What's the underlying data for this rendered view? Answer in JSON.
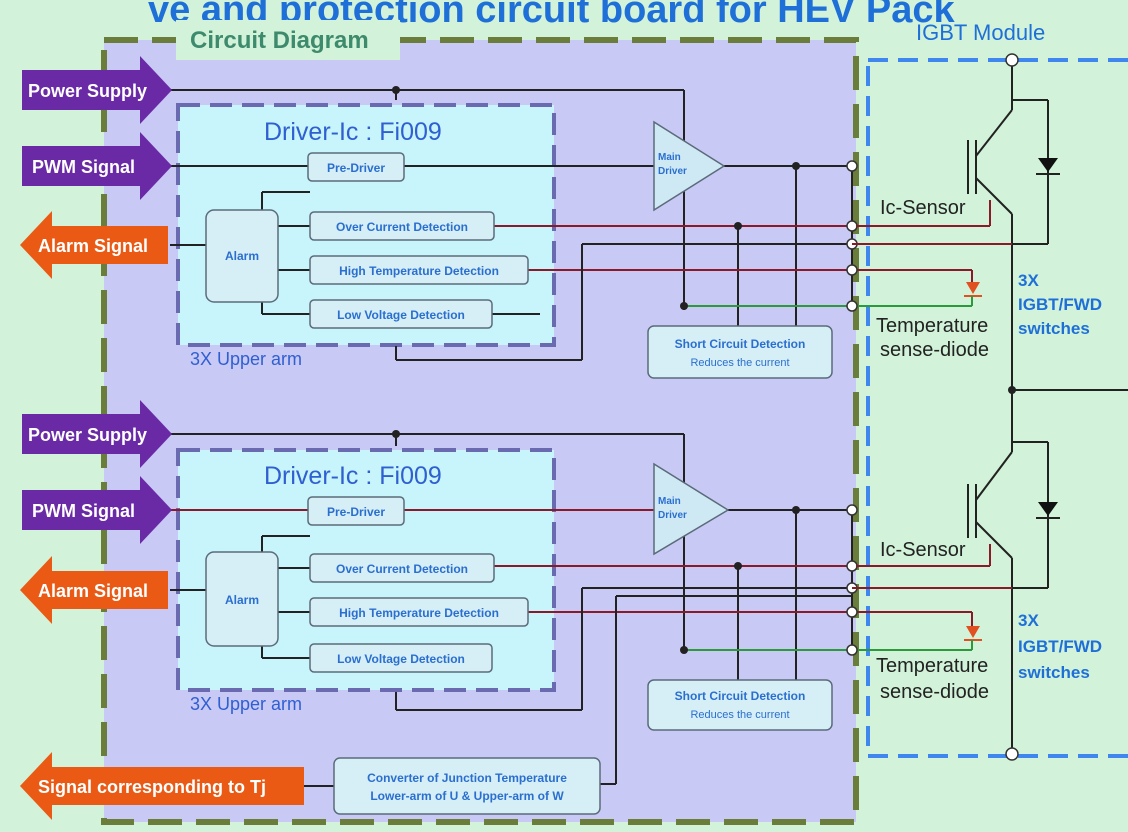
{
  "title_fragment": "ve and protection circuit board for HEV Pack",
  "sections": {
    "circuit_diagram": "Circuit Diagram",
    "igbt_module": "IGBT Module"
  },
  "upper_block": {
    "power_supply": "Power Supply",
    "pwm_signal": "PWM Signal",
    "alarm_signal": "Alarm Signal",
    "driver_ic_label": "Driver-Ic : ",
    "driver_ic_part": "Fi009",
    "pre_driver": "Pre-Driver",
    "alarm": "Alarm",
    "over_current": "Over Current Detection",
    "high_temp": "High Temperature Detection",
    "low_voltage": "Low Voltage Detection",
    "arm_label": "3X Upper arm",
    "main_driver_1": "Main",
    "main_driver_2": "Driver",
    "short_circuit_1": "Short Circuit Detection",
    "short_circuit_2": "Reduces the current",
    "ic_sensor": "Ic-Sensor",
    "temp_diode_1": "Temperature",
    "temp_diode_2": "sense-diode",
    "switches_1": "3X",
    "switches_2": "IGBT/FWD",
    "switches_3": "switches"
  },
  "lower_block": {
    "power_supply": "Power Supply",
    "pwm_signal": "PWM Signal",
    "alarm_signal": "Alarm Signal",
    "driver_ic_label": "Driver-Ic : ",
    "driver_ic_part": "Fi009",
    "pre_driver": "Pre-Driver",
    "alarm": "Alarm",
    "over_current": "Over Current Detection",
    "high_temp": "High Temperature Detection",
    "low_voltage": "Low Voltage Detection",
    "arm_label": "3X Upper arm",
    "main_driver_1": "Main",
    "main_driver_2": "Driver",
    "short_circuit_1": "Short Circuit Detection",
    "short_circuit_2": "Reduces the current",
    "ic_sensor": "Ic-Sensor",
    "temp_diode_1": "Temperature",
    "temp_diode_2": "sense-diode",
    "switches_1": "3X",
    "switches_2": "IGBT/FWD",
    "switches_3": "switches"
  },
  "bottom": {
    "tj_signal": "Signal corresponding to Tj",
    "converter_1": "Converter of Junction Temperature",
    "converter_2": "Lower-arm of U & Upper-arm of W"
  },
  "colors": {
    "background": "#d2f3d9",
    "circuit_area": "#c9c9f6",
    "driver_area": "#c8f4fb",
    "block_fill": "#d6eef5",
    "purple_arrow": "#6a2aa6",
    "orange_arrow": "#ea5a14",
    "blue_text": "#1e6fd8",
    "green_border": "#6b7d3a",
    "blue_dash": "#3f86ee"
  }
}
